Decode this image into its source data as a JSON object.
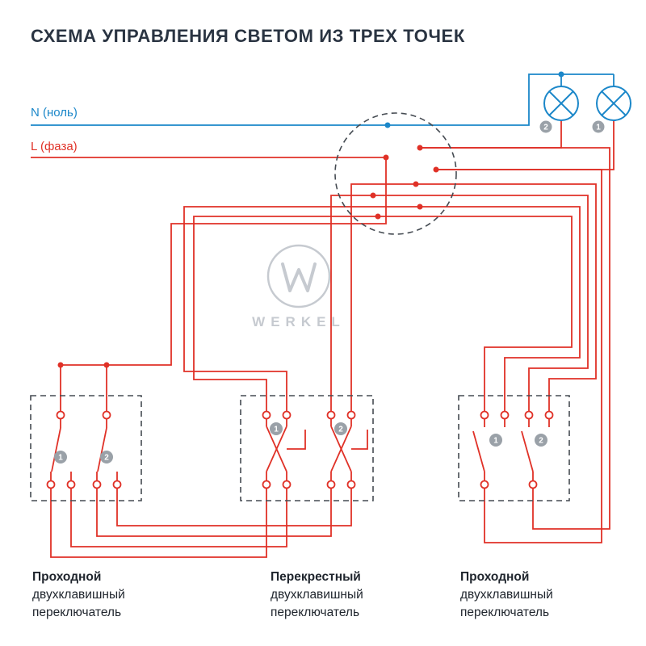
{
  "title": "СХЕМА УПРАВЛЕНИЯ СВЕТОМ ИЗ ТРЕХ ТОЧЕК",
  "legend": {
    "neutral": "N (ноль)",
    "phase": "L (фаза)"
  },
  "colors": {
    "neutral_blue": "#1b87c9",
    "phase_red": "#e03127",
    "title_text": "#2a3442",
    "caption_text": "#20262e",
    "dashed_outline": "#454b52",
    "badge_gray": "#9aa1a8",
    "watermark_gray": "#c6cad0"
  },
  "lamps": [
    {
      "number": "2"
    },
    {
      "number": "1"
    }
  ],
  "watermark": {
    "brand": "WERKEL"
  },
  "switches": [
    {
      "gangs": [
        "1",
        "2"
      ],
      "caption_lines": [
        "Проходной",
        "двухклавишный",
        "переключатель"
      ]
    },
    {
      "gangs": [
        "1",
        "2"
      ],
      "caption_lines": [
        "Перекрестный",
        "двухклавишный",
        "переключатель"
      ]
    },
    {
      "gangs": [
        "1",
        "2"
      ],
      "caption_lines": [
        "Проходной",
        "двухклавишный",
        "переключатель"
      ]
    }
  ]
}
